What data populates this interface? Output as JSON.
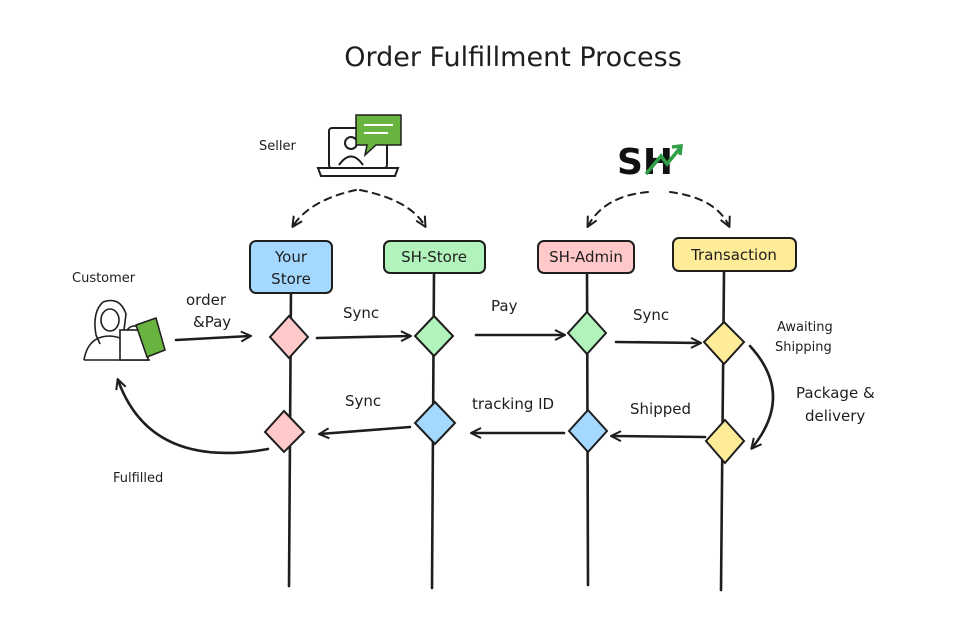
{
  "title": "Order Fulfillment Process",
  "actors": {
    "seller": "Seller",
    "customer": "Customer",
    "logo": "SH"
  },
  "lanes": [
    "Your Store",
    "SH-Store",
    "SH-Admin",
    "Transaction"
  ],
  "edge_labels": {
    "order_pay_1": "order",
    "order_pay_2": "&Pay",
    "sync_top": "Sync",
    "pay": "Pay",
    "sync_top_right": "Sync",
    "awaiting_1": "Awaiting",
    "awaiting_2": "Shipping",
    "package_1": "Package &",
    "package_2": "delivery",
    "sync_bottom": "Sync",
    "tracking": "tracking ID",
    "shipped": "Shipped",
    "fulfilled": "Fulfilled"
  },
  "colors": {
    "your_store": "#a5d8ff",
    "sh_store": "#b2f2bb",
    "sh_admin": "#ffc9c9",
    "transaction": "#ffec99",
    "diamond_pink": "#ffc9c9",
    "diamond_green": "#b2f2bb",
    "diamond_blue": "#a5d8ff",
    "diamond_yellow": "#ffec99",
    "logo_green": "#2f9e44"
  },
  "icons": [
    "seller-laptop-chat-icon",
    "customer-shopping-bags-icon"
  ]
}
